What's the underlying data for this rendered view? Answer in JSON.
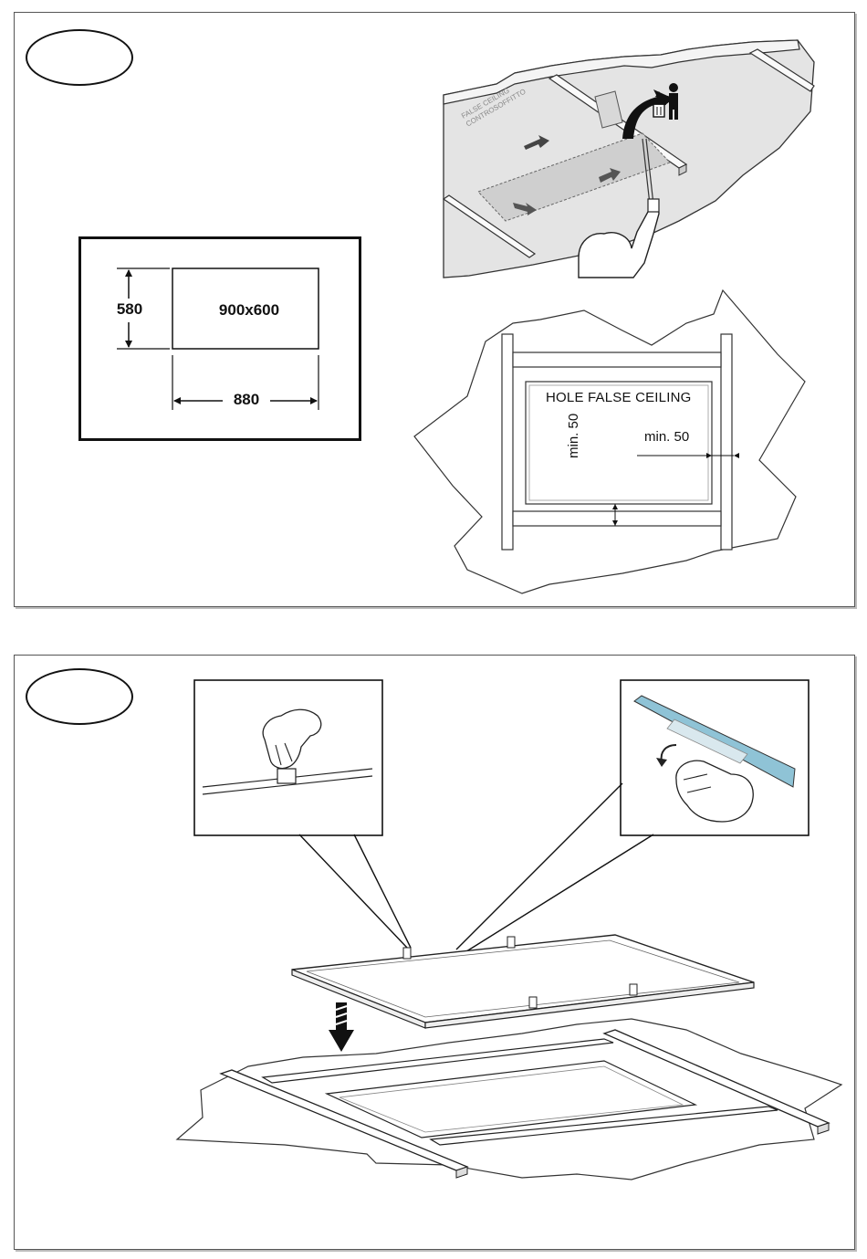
{
  "step1": {
    "cutout_size_label": "900x600",
    "dim_height": "580",
    "dim_width": "880",
    "illustration_label_line1": "FALSE CEILING",
    "illustration_label_line2": "CONTROSOFFITTO",
    "hole_title": "HOLE FALSE CEILING",
    "min_vertical": "min. 50",
    "min_horizontal": "min. 50"
  },
  "step2": {},
  "icons": [
    "step-ellipse",
    "trash-bin-icon",
    "person-icon",
    "curved-arrow-icon",
    "down-arrow-icon",
    "hand-icon",
    "peel-arrow-icon"
  ],
  "colors": {
    "line": "#111111",
    "panel_border": "#555555",
    "ceiling_fill": "#e6e6e6",
    "tape_blue": "#8fc3d6"
  }
}
